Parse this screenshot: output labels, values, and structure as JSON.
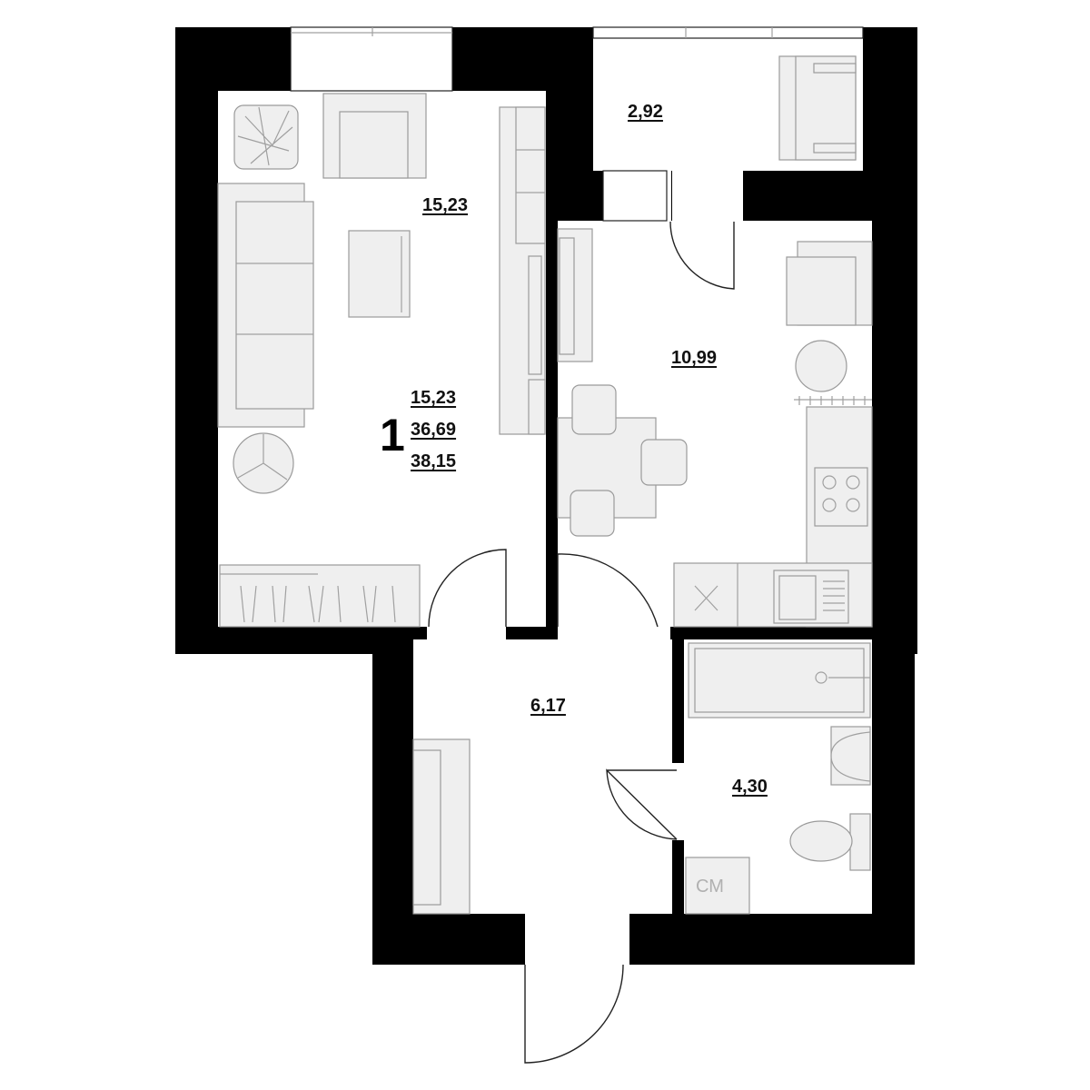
{
  "apartment": {
    "room_count": "1",
    "living_area": "15,23",
    "total_area": "36,69",
    "total_area_with_balcony": "38,15"
  },
  "rooms": {
    "living_room": "15,23",
    "balcony": "2,92",
    "kitchen": "10,99",
    "hallway": "6,17",
    "bathroom": "4,30"
  },
  "labels": {
    "washing_machine": "СМ"
  }
}
